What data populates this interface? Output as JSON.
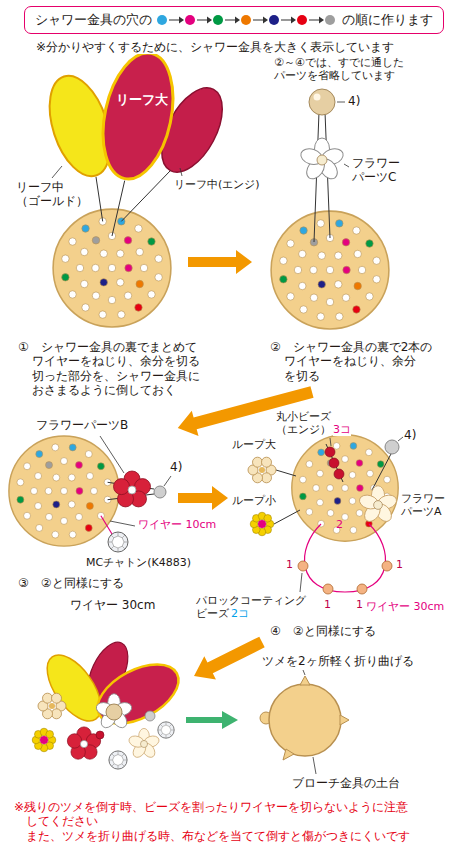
{
  "diagram": {
    "nodes": [
      {
        "text": [
          "シャワー金具の穴の",
          "の順に作ります"
        ]
      },
      {
        "text": [
          "リーフ大"
        ]
      }
    ],
    "labels": [
      "※分かりやすくするために、シャワー金具を大きく表示しています",
      "リーフ中 （ゴールド）",
      "リーフ中(エンジ)",
      "①　シャワー金具の裏でまとめて ワイヤーをねじり、余分を切る 切った部分を、シャワー金具に おさまるように倒しておく",
      "②～④では、すでに通した パーツを省略しています",
      "4)",
      "フラワー パーツC",
      "②　シャワー金具の裏で2本の ワイヤーをねじり、余分 を切る",
      "フラワーパーツB",
      "4)",
      "ワイヤー 10cm",
      "MCチャトン(K4883)",
      "③　②と同様にする",
      "ワイヤー 30cm",
      "丸小ビーズ （エンジ）",
      "3コ",
      "ループ大",
      "ループ小",
      "4)",
      "フラワー パーツA",
      "2",
      "1",
      "1",
      "1",
      "1",
      "パロックコーティング ビーズ",
      "2コ",
      "ワイヤー 30cm",
      "④　②と同様にする",
      "ツメを2ヶ所軽く折り曲げる",
      "ブローチ金具の土台",
      "※残りのツメを倒す時、ビーズを割ったりワイヤーを切らないように注意 してください また、ツメを折り曲げる時、布などを当てて倒すと傷がつきにくいです"
    ]
  }
}
